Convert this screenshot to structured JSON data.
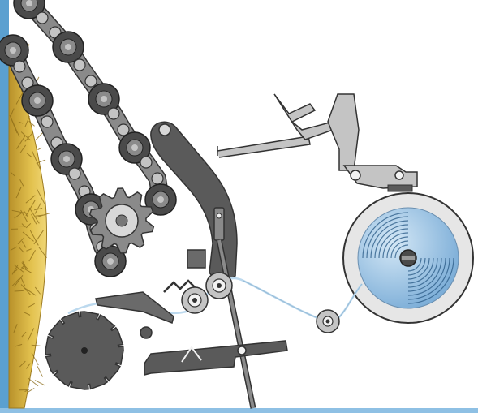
{
  "diagram": {
    "colors": {
      "background": "#ffffff",
      "frame_blue": "#5ba0d0",
      "metal_dark": "#5a5a5a",
      "metal_mid": "#8a8a8a",
      "metal_light": "#c4c4c4",
      "outline": "#333333",
      "straw": "#e3c24f",
      "net_roll_face": "#e6e6e6",
      "net_roll_core": "#8fbbe0",
      "net_material": "#bcd9ee"
    },
    "components": [
      "bale",
      "feed-chain",
      "drive-sprocket",
      "cutter-arm",
      "spreader-roller",
      "guide-rollers",
      "net-roll",
      "brake-lever",
      "feed-rotor",
      "lower-bracket"
    ]
  }
}
